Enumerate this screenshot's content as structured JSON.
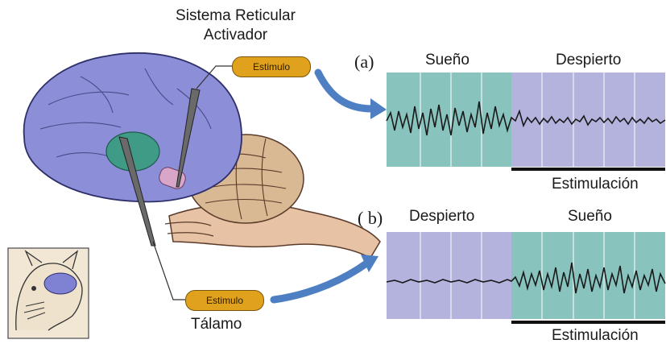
{
  "title": [
    "Sistema Reticular",
    "Activador"
  ],
  "stimulus_label": "Estimulo",
  "thalamus_label": "Tálamo",
  "panel_a": {
    "tag": "(a)",
    "left_state": "Sueño",
    "right_state": "Despierto",
    "stimulation": "Estimulación",
    "colors": {
      "sleep": "#88c3bd",
      "awake": "#b3b3de"
    }
  },
  "panel_b": {
    "tag": "( b)",
    "left_state": "Despierto",
    "right_state": "Sueño",
    "stimulation": "Estimulación",
    "colors": {
      "sleep": "#88c3bd",
      "awake": "#b3b3de"
    }
  },
  "icons": [
    "brain-illustration",
    "electrode-icon",
    "cat-head-icon",
    "arrow-icon"
  ]
}
